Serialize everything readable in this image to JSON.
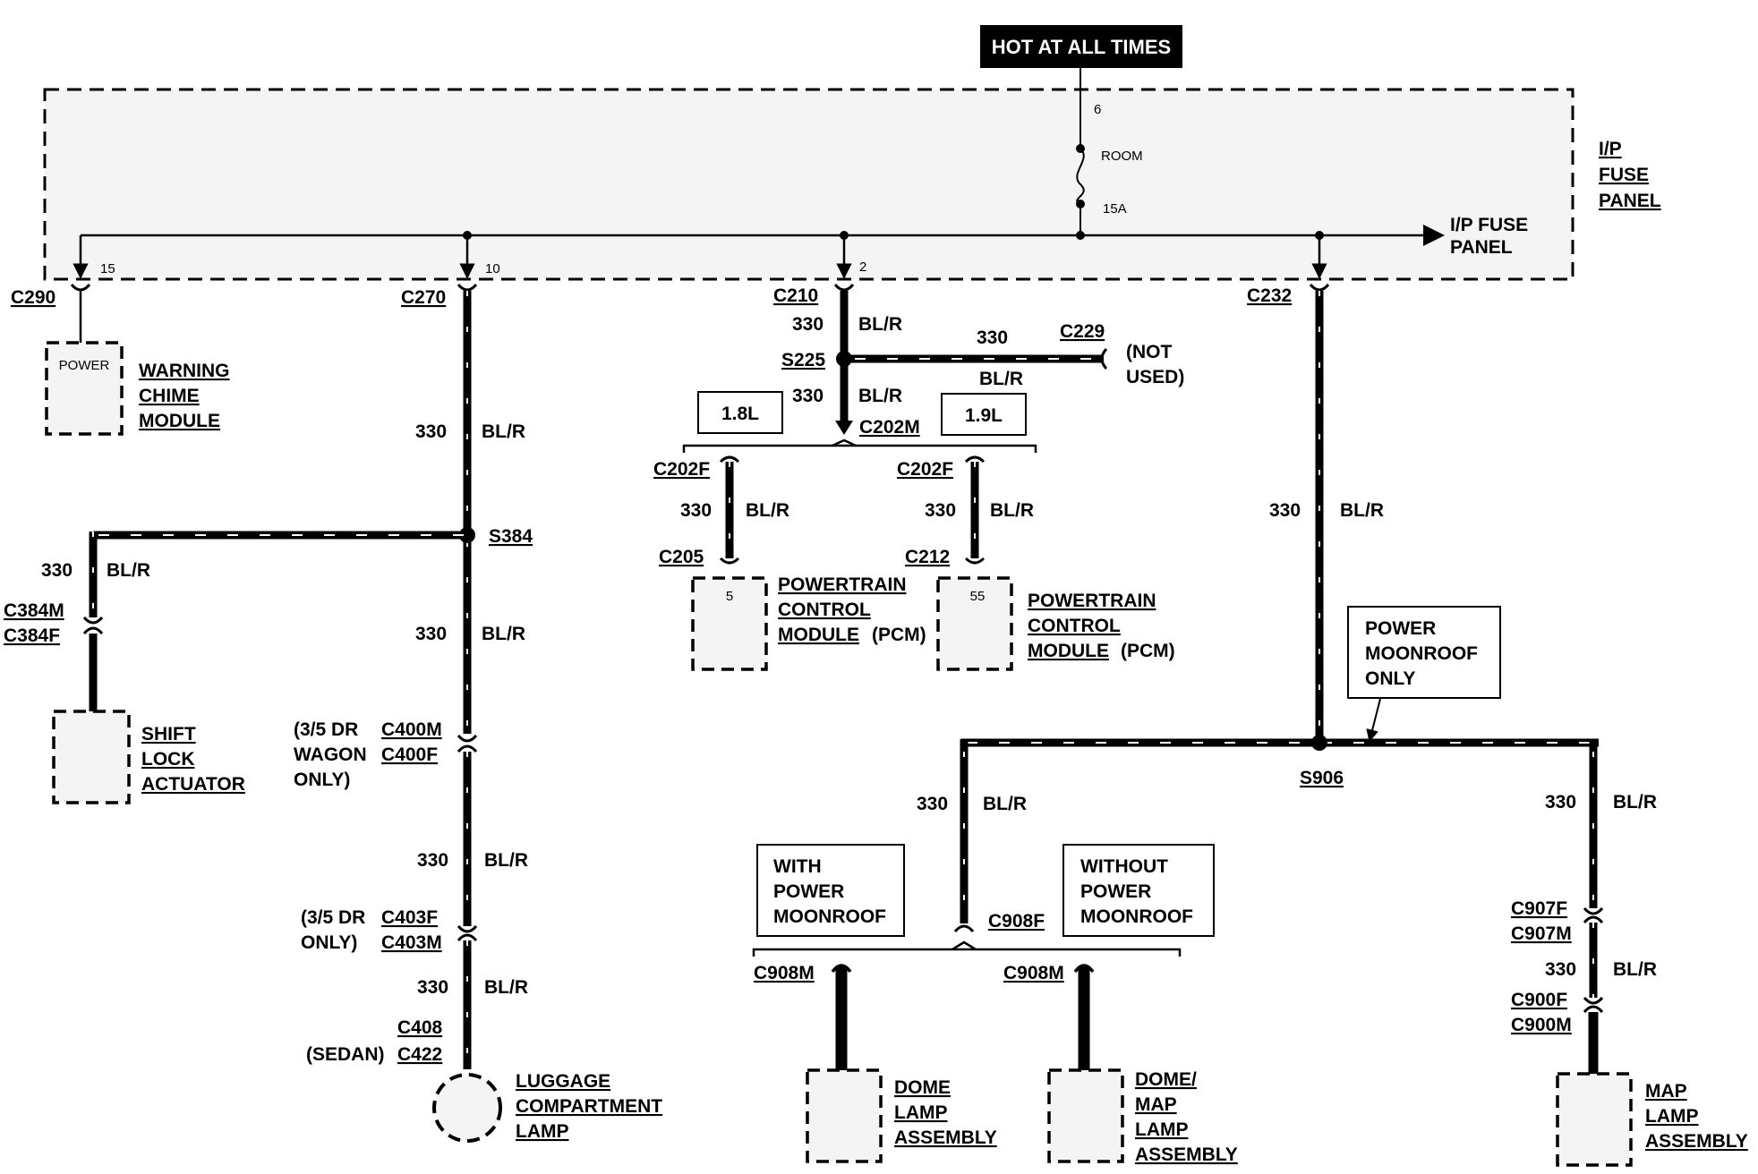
{
  "hot_label": "HOT AT ALL TIMES",
  "fuse_panel": {
    "title_line1": "I/P",
    "title_line2": "FUSE",
    "title_line3": "PANEL",
    "arrow_label_line1": "I/P FUSE",
    "arrow_label_line2": "PANEL",
    "fuse_pin": "6",
    "fuse_name": "ROOM",
    "fuse_rating": "15A",
    "pin_15": "15",
    "pin_10": "10",
    "pin_2": "2"
  },
  "connectors": {
    "c290": "C290",
    "c270": "C270",
    "c210": "C210",
    "c232": "C232",
    "c229": "C229",
    "s225": "S225",
    "c202m": "C202M",
    "c202f_a": "C202F",
    "c202f_b": "C202F",
    "c205": "C205",
    "c212": "C212",
    "s384": "S384",
    "c384m": "C384M",
    "c384f": "C384F",
    "c400m": "C400M",
    "c400f": "C400F",
    "c403f": "C403F",
    "c403m": "C403M",
    "c408": "C408",
    "c422": "C422",
    "s906": "S906",
    "c908f": "C908F",
    "c908m_a": "C908M",
    "c908m_b": "C908M",
    "c907f": "C907F",
    "c907m": "C907M",
    "c900f": "C900F",
    "c900m": "C900M"
  },
  "wire": {
    "circuit": "330",
    "color": "BL/R"
  },
  "notes": {
    "not_used_1": "(NOT",
    "not_used_2": "USED)",
    "engine_18": "1.8L",
    "engine_19": "1.9L",
    "wagon_1": "(3/5 DR",
    "wagon_2": "WAGON",
    "wagon_3": "ONLY)",
    "dr35_1": "(3/5 DR",
    "dr35_2": "ONLY)",
    "sedan": "(SEDAN)",
    "pm_only_1": "POWER",
    "pm_only_2": "MOONROOF",
    "pm_only_3": "ONLY",
    "with_pm_1": "WITH",
    "with_pm_2": "POWER",
    "with_pm_3": "MOONROOF",
    "without_pm_1": "WITHOUT",
    "without_pm_2": "POWER",
    "without_pm_3": "MOONROOF"
  },
  "components": {
    "warning_chime": {
      "pin": "POWER",
      "line1": "WARNING",
      "line2": "CHIME",
      "line3": "MODULE"
    },
    "shift_lock": {
      "line1": "SHIFT",
      "line2": "LOCK",
      "line3": "ACTUATOR"
    },
    "pcm_a": {
      "pin": "5",
      "line1": "POWERTRAIN",
      "line2": "CONTROL",
      "line3": "MODULE",
      "suffix": "(PCM)"
    },
    "pcm_b": {
      "pin": "55",
      "line1": "POWERTRAIN",
      "line2": "CONTROL",
      "line3": "MODULE",
      "suffix": "(PCM)"
    },
    "luggage_lamp": {
      "line1": "LUGGAGE",
      "line2": "COMPARTMENT",
      "line3": "LAMP"
    },
    "dome_lamp": {
      "line1": "DOME",
      "line2": "LAMP",
      "line3": "ASSEMBLY"
    },
    "dome_map_lamp": {
      "line1": "DOME/",
      "line2": "MAP",
      "line3": "LAMP",
      "line4": "ASSEMBLY"
    },
    "map_lamp": {
      "line1": "MAP",
      "line2": "LAMP",
      "line3": "ASSEMBLY"
    }
  }
}
